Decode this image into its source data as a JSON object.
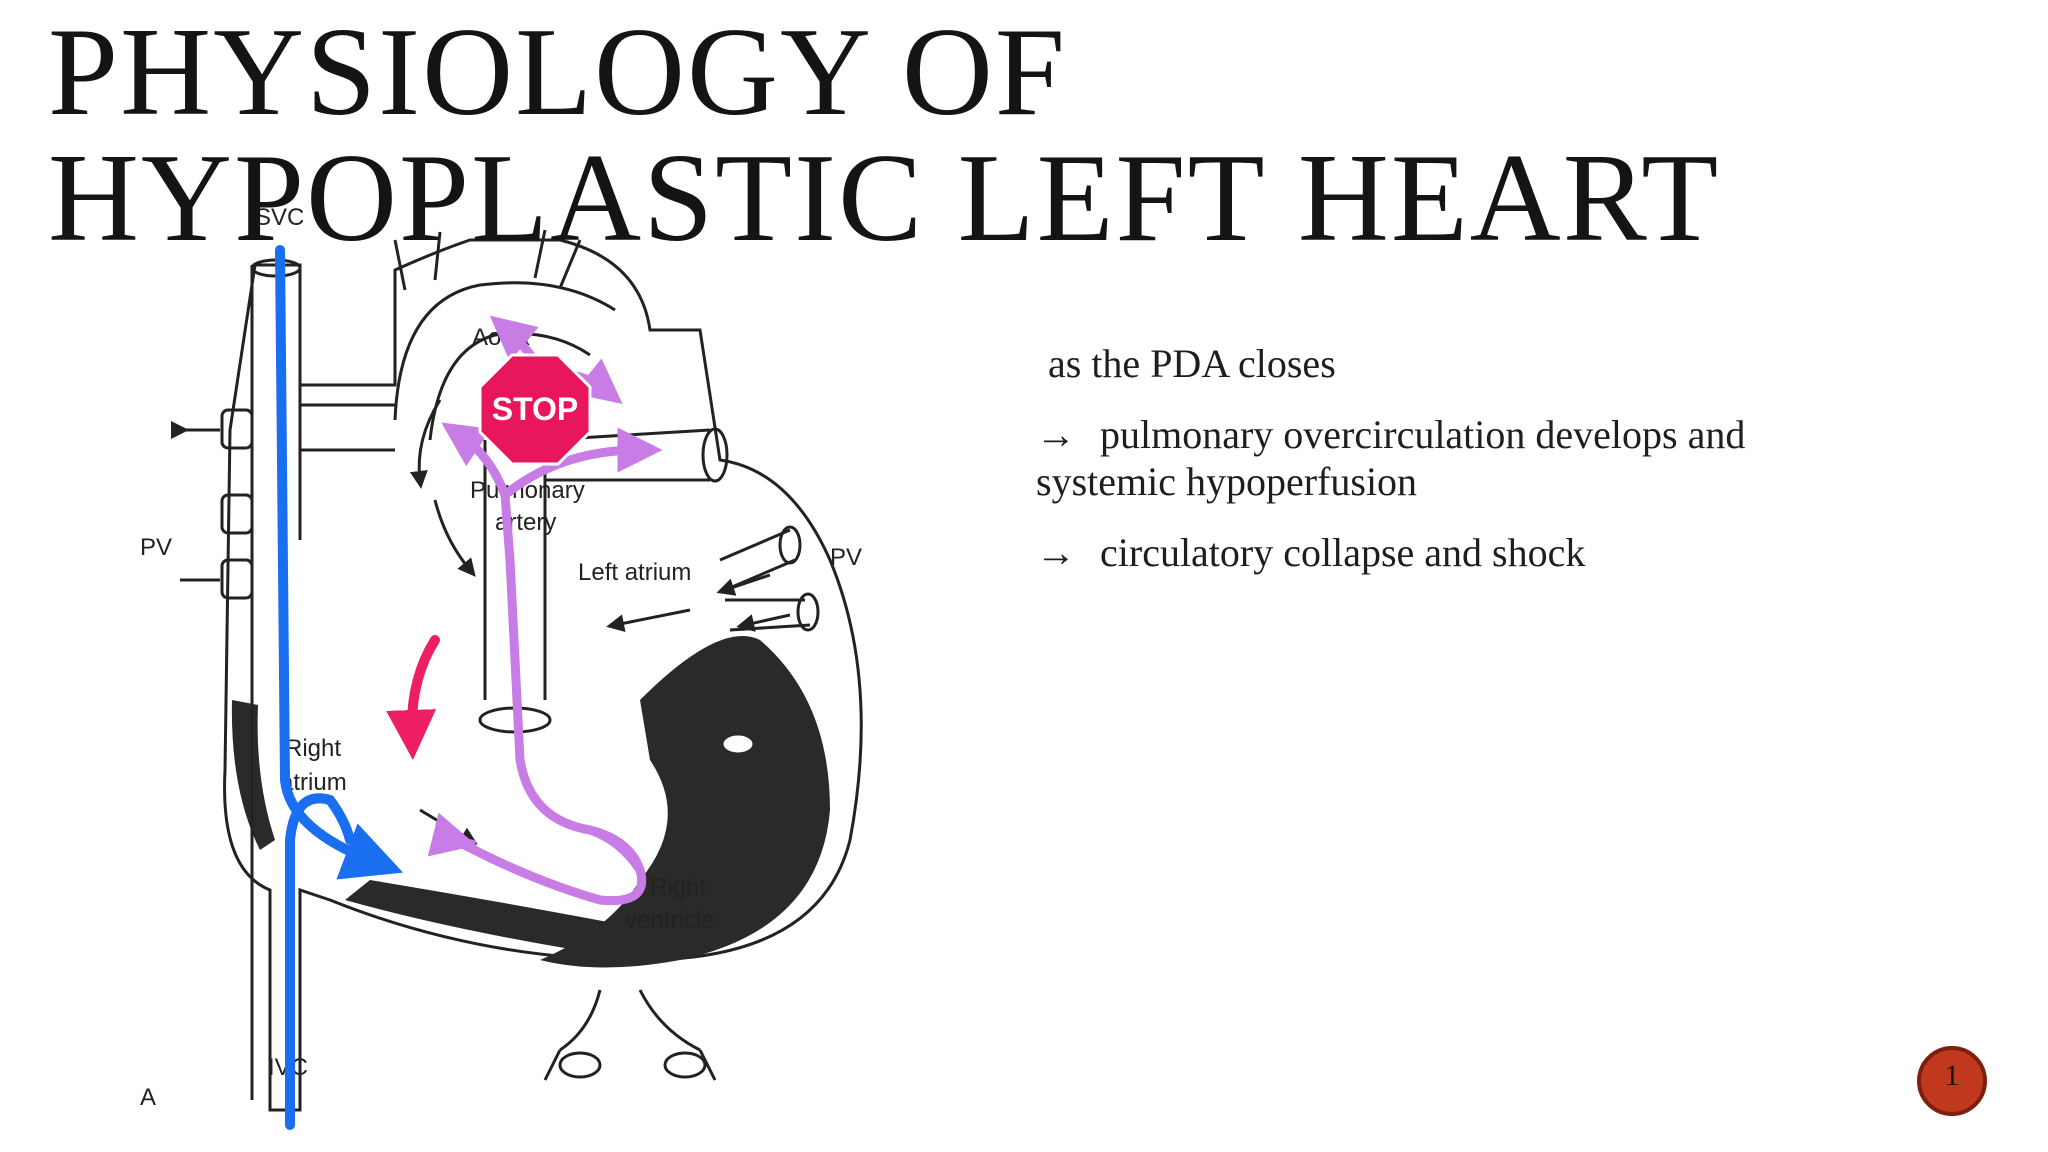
{
  "slide": {
    "title_line1": "PHYSIOLOGY OF",
    "title_line2": "HYPOPLASTIC LEFT HEART",
    "bullets": [
      {
        "arrow": "",
        "text": "as the PDA closes"
      },
      {
        "arrow": "→",
        "text": "pulmonary overcirculation develops and systemic hypoperfusion"
      },
      {
        "arrow": "→",
        "text": "circulatory collapse and shock"
      }
    ],
    "page_number": "1"
  },
  "diagram": {
    "labels": {
      "svc": "SVC",
      "aorta": "Aorta",
      "stop": "STOP",
      "pulmonary_artery_1": "Pulmonary",
      "pulmonary_artery_2": "artery",
      "left_atrium": "Left atrium",
      "pv_left": "PV",
      "pv_right": "PV",
      "right_atrium_1": "Right",
      "right_atrium_2": "atrium",
      "right_ventricle_1": "Right",
      "right_ventricle_2": "ventricle",
      "ivc": "IVC",
      "panel_letter": "A"
    },
    "colors": {
      "systemic_flow": "#1a6ef0",
      "pulmonary_flow": "#c77ce6",
      "shunt_arrow": "#ee1e63",
      "stop_sign": "#e8175d",
      "myocardium": "#2a2a2a"
    }
  }
}
